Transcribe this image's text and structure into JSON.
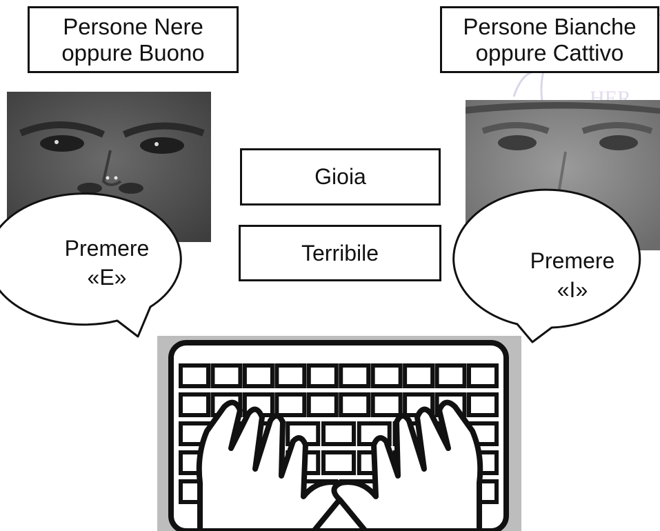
{
  "left_category": "Persone Nere\noppure Buono",
  "right_category": "Persone Bianche\noppure Cattivo",
  "stimuli": [
    "Gioia",
    "Terribile"
  ],
  "left_prompt": "Premere\n«E»",
  "right_prompt": "Premere\n«I»",
  "colors": {
    "ink": "#111111",
    "left_face": "#5b5b5b",
    "right_face": "#8c8c8c",
    "keyboard_bg": "#bdbdbd"
  },
  "icons": {
    "left_face": "face-photo-icon",
    "right_face": "face-photo-icon",
    "keyboard": "keyboard-hands-icon"
  }
}
